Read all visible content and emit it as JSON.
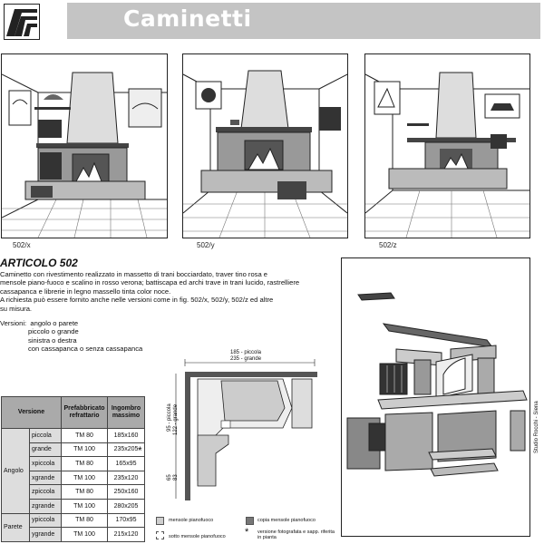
{
  "header": {
    "title": "Caminetti"
  },
  "captions": [
    "502/x",
    "502/y",
    "502/z"
  ],
  "article": {
    "title": "ARTICOLO 502",
    "description": [
      "Caminetto con rivestimento realizzato in massetto di trani bocciardato, traver tino rosa e",
      "mensole piano-fuoco e scalino in rosso verona; battiscapa ed archi trave in trani lucido, rastrelliere",
      "cassapanca e librerie in legno massello tinta color noce.",
      "A richiesta può essere fornito anche nelle versioni come in fig. 502/x, 502/y, 502/z ed altre",
      "su misura."
    ],
    "versions_label": "Versioni:",
    "versions": [
      "angolo o parete",
      "piccolo o grande",
      "sinistra o destra",
      "con cassapanca o senza cassapanca"
    ]
  },
  "table": {
    "headers": [
      "Versione",
      "Prefabbricato refrattario",
      "Ingombro massimo"
    ],
    "groups": [
      {
        "name": "Angolo",
        "rows": [
          {
            "size": "piccola",
            "pref": "TM 80",
            "ing": "185x160"
          },
          {
            "size": "grande",
            "pref": "TM 100",
            "ing": "235x205"
          },
          {
            "size": "xpiccola",
            "pref": "TM 80",
            "ing": "165x95"
          },
          {
            "size": "xgrande",
            "pref": "TM 100",
            "ing": "235x120"
          },
          {
            "size": "zpiccola",
            "pref": "TM 80",
            "ing": "250x160"
          },
          {
            "size": "zgrande",
            "pref": "TM 100",
            "ing": "280x205"
          }
        ]
      },
      {
        "name": "Parete",
        "rows": [
          {
            "size": "ypiccola",
            "pref": "TM 80",
            "ing": "170x95"
          },
          {
            "size": "ygrande",
            "pref": "TM 100",
            "ing": "215x120"
          }
        ]
      }
    ],
    "star": "*"
  },
  "plan": {
    "dim_top": "185 - piccola",
    "dim_top2": "235 - grande",
    "dim_left1": "95 - piccola",
    "dim_left2": "122 - grande",
    "dim_left3": "65",
    "dim_left4": "83"
  },
  "legend": [
    {
      "label": "mensole pianofuoco",
      "color": "#cfcfcf"
    },
    {
      "label": "copia mensole pianofuoco",
      "color": "#777777"
    },
    {
      "label": "sotto mensole pianofuoco",
      "color": "#ffffff"
    },
    {
      "label": "versione fotografata e sapp. riferita in pianta",
      "color": ""
    }
  ],
  "credit": "Studio Rocchi - Siena"
}
